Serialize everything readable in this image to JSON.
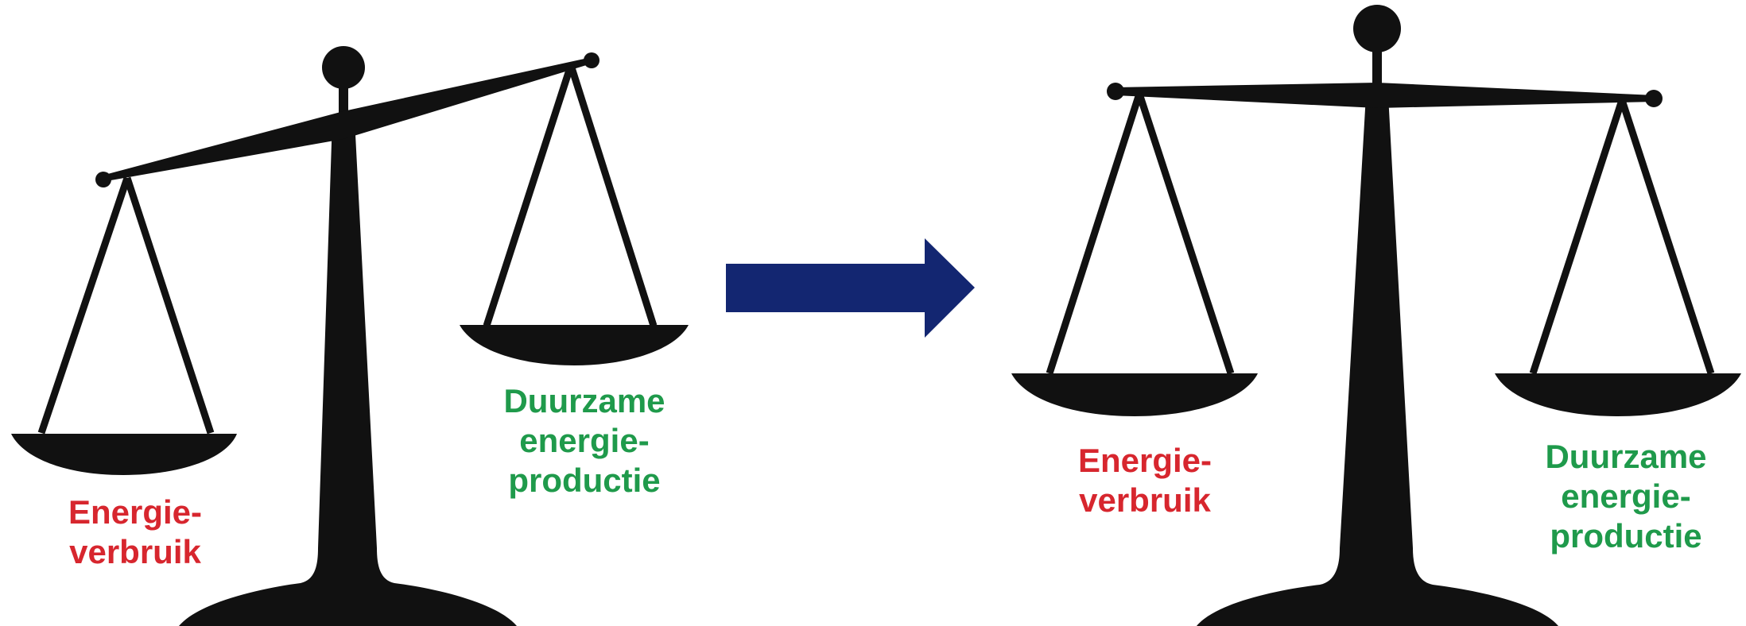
{
  "colors": {
    "scale": "#111111",
    "arrow": "#132671",
    "consumption": "#d7262e",
    "production": "#1f9a4b",
    "background": "#ffffff"
  },
  "before": {
    "state": "unbalanced",
    "left_pan": {
      "line1": "Energie-",
      "line2": "verbruik"
    },
    "right_pan": {
      "line1": "Duurzame",
      "line2": "energie-",
      "line3": "productie"
    }
  },
  "transition_arrow": {
    "icon": "right-arrow-icon"
  },
  "after": {
    "state": "balanced",
    "left_pan": {
      "line1": "Energie-",
      "line2": "verbruik"
    },
    "right_pan": {
      "line1": "Duurzame",
      "line2": "energie-",
      "line3": "productie"
    }
  }
}
